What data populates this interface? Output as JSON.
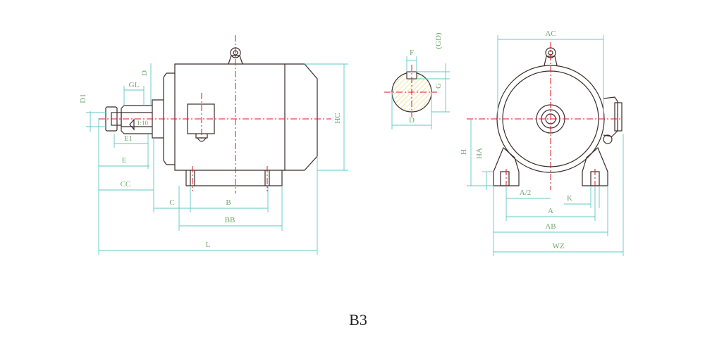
{
  "title": "B3",
  "colors": {
    "outline": "#3b2b2b",
    "dimension_lines": "#5fc7c7",
    "dimension_text": "#6fa96b",
    "center_lines": "#e0141c",
    "hatch": "#e8d36a"
  },
  "side_view": {
    "labels": {
      "D1": "D1",
      "GL": "GL",
      "D": "D",
      "E1": "E1",
      "E": "E",
      "CC": "CC",
      "C": "C",
      "B": "B",
      "BB": "BB",
      "L": "L",
      "HC": "HC",
      "taper": "1:10"
    }
  },
  "shaft_section": {
    "labels": {
      "F": "F",
      "GD": "(GD)",
      "G": "G",
      "D": "D"
    }
  },
  "end_view": {
    "labels": {
      "AC": "AC",
      "H": "H",
      "HA": "HA",
      "A_half": "A/2",
      "K": "K",
      "A": "A",
      "AB": "AB",
      "WZ": "WZ"
    }
  }
}
